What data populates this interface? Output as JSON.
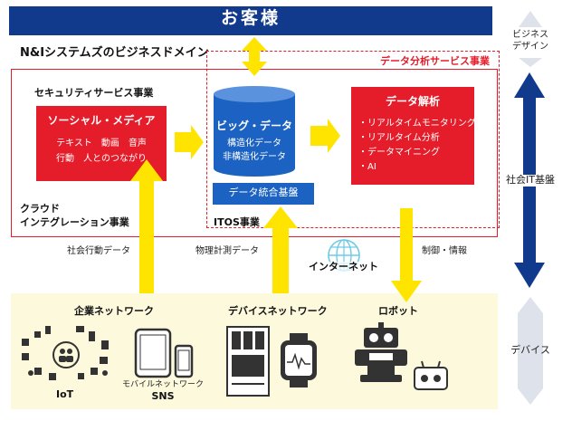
{
  "header": {
    "title": "お客様"
  },
  "domain": {
    "title": "N&Iシステムズのビジネスドメイン"
  },
  "data_analysis": {
    "title": "データ分析サービス事業"
  },
  "security": {
    "title": "セキュリティサービス事業"
  },
  "social": {
    "title": "ソーシャル・メディア",
    "line1": "テキスト　動画　音声",
    "line2": "行動　人とのつながり"
  },
  "cloud": {
    "line1": "クラウド",
    "line2": "インテグレーション事業"
  },
  "bigdata": {
    "title": "ビッグ・データ",
    "line1": "構造化データ",
    "line2": "非構造化データ"
  },
  "platform": {
    "label": "データ統合基盤"
  },
  "itos": {
    "label": "ITOS事業"
  },
  "analysis": {
    "title": "データ解析",
    "items": [
      "・リアルタイムモニタリング",
      "・リアルタイム分析",
      "・データマイニング",
      "・AI"
    ]
  },
  "labels": {
    "social_action": "社会行動データ",
    "physical": "物理計測データ",
    "internet": "インターネット",
    "control": "制御・情報"
  },
  "bottom": {
    "enterprise": "企業ネットワーク",
    "device_network": "デバイスネットワーク",
    "robot": "ロボット",
    "iot": "IoT",
    "mobile_line1": "モバイルネットワーク",
    "mobile_line2": "SNS"
  },
  "side": {
    "design_line1": "ビジネス",
    "design_line2": "デザイン",
    "it_base": "社会IT基盤",
    "device": "デバイス"
  },
  "colors": {
    "navy": "#123a8c",
    "red": "#e51d2a",
    "yellow": "#ffe400",
    "cream": "#fcf9dc",
    "blue": "#1c62c2",
    "grey_chevron": "#dde2eb"
  },
  "icons": [
    "people-network-icon",
    "tablet-icon",
    "smartphone-icon",
    "server-rack-icon",
    "smartwatch-icon",
    "globe-icon",
    "robot-icon",
    "robot-controller-icon"
  ]
}
